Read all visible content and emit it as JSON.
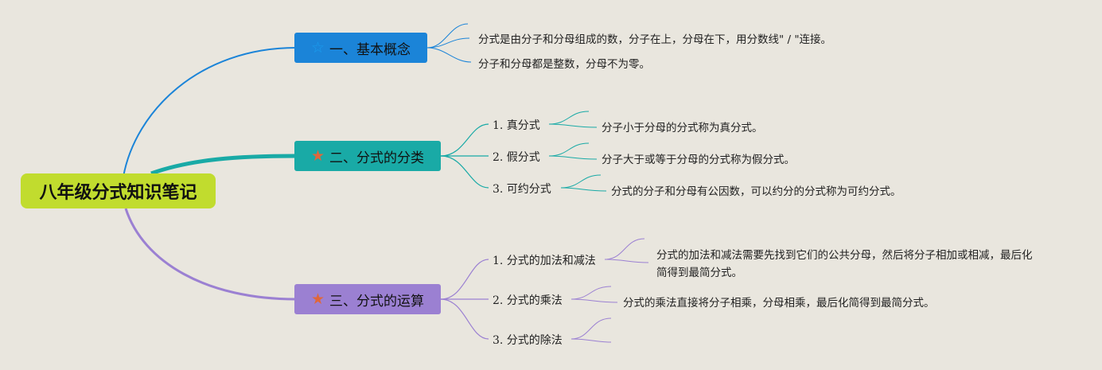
{
  "root": {
    "label": "八年级分式知识笔记"
  },
  "colors": {
    "branch1": "#1b84d8",
    "branch2": "#19aaa6",
    "branch3": "#9b80d2",
    "root": "#c1dc2e"
  },
  "branches": [
    {
      "label": "一、基本概念",
      "icon": "star-outline-icon",
      "notes": [
        "分式是由分子和分母组成的数，分子在上，分母在下，用分数线\" / \"连接。",
        "分子和分母都是整数，分母不为零。"
      ]
    },
    {
      "label": "二、分式的分类",
      "icon": "star-solid-icon",
      "items": [
        {
          "label": "1. 真分式",
          "note": "分子小于分母的分式称为真分式。"
        },
        {
          "label": "2. 假分式",
          "note": "分子大于或等于分母的分式称为假分式。"
        },
        {
          "label": "3. 可约分式",
          "note": "分式的分子和分母有公因数，可以约分的分式称为可约分式。"
        }
      ]
    },
    {
      "label": "三、分式的运算",
      "icon": "star-solid-icon",
      "items": [
        {
          "label": "1. 分式的加法和减法",
          "note_line1": "分式的加法和减法需要先找到它们的公共分母，然后将分子相加或相减，最后化",
          "note_line2": "简得到最简分式。"
        },
        {
          "label": "2. 分式的乘法",
          "note": "分式的乘法直接将分子相乘，分母相乘，最后化简得到最简分式。"
        },
        {
          "label": "3. 分式的除法"
        }
      ]
    }
  ]
}
